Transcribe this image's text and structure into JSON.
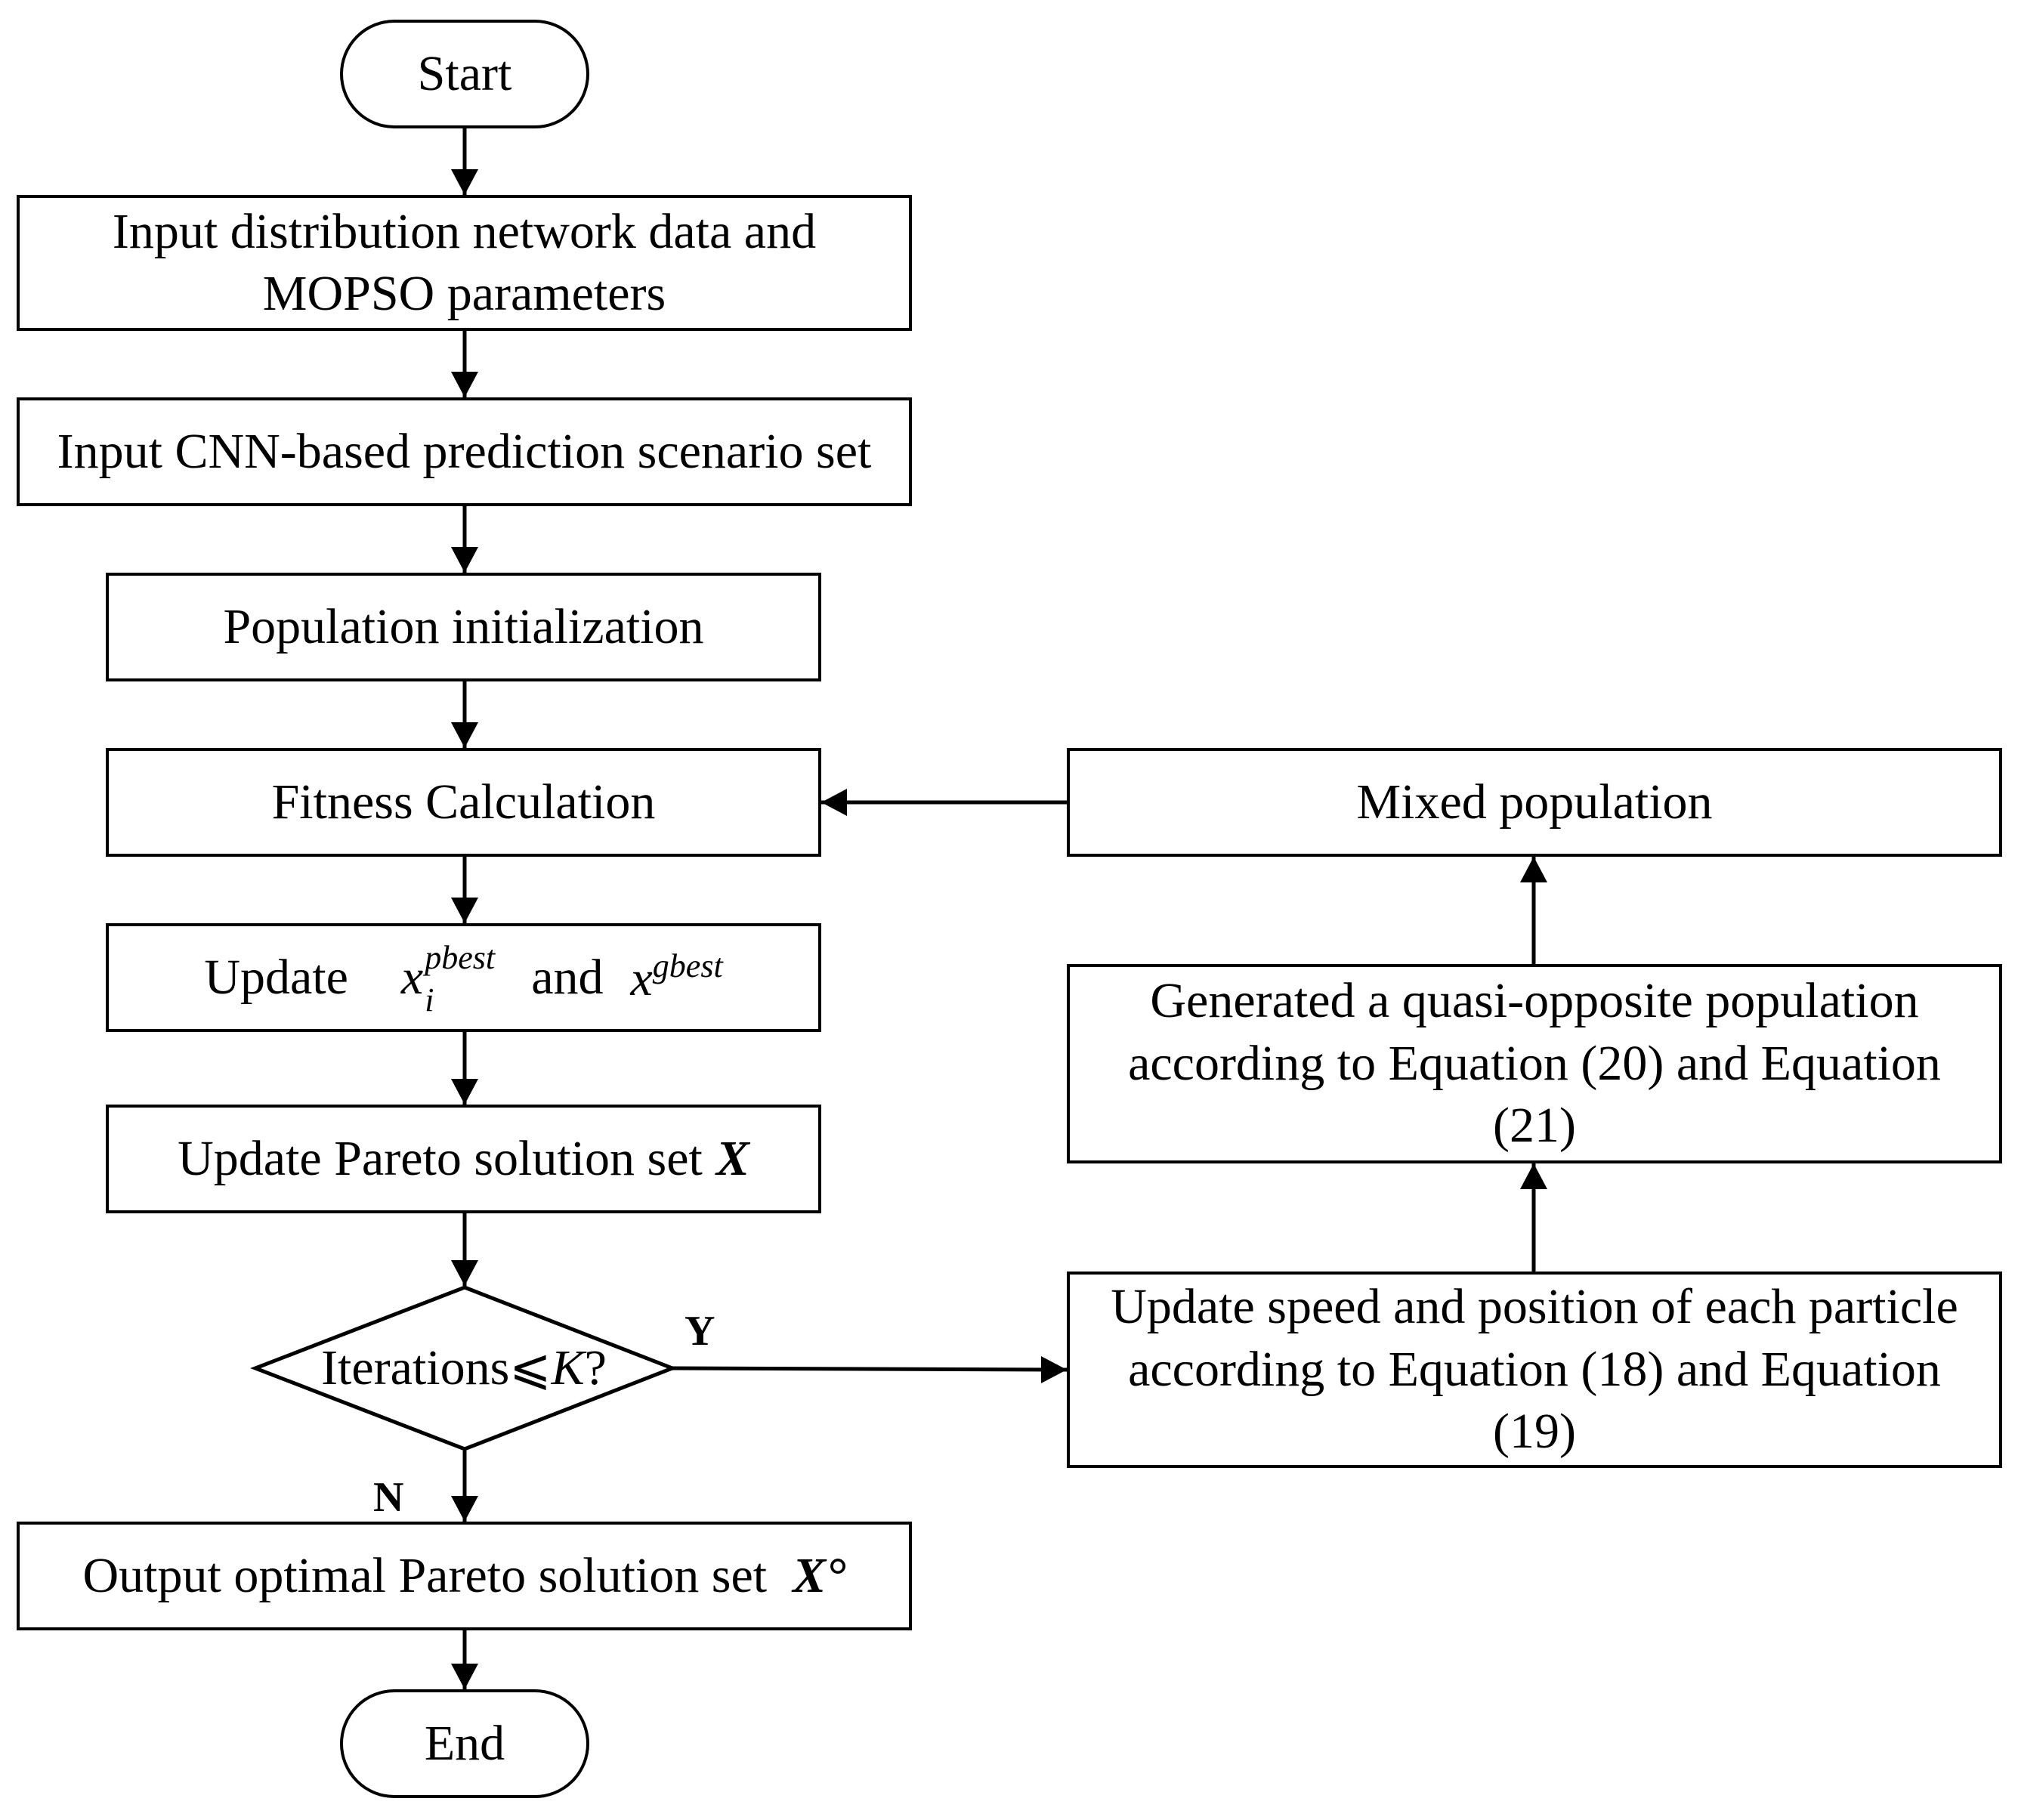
{
  "nodes": {
    "start": "Start",
    "input_data_line1": "Input distribution network data and",
    "input_data_line2": "MOPSO parameters",
    "input_cnn": "Input CNN-based prediction scenario set",
    "pop_init": "Population initialization",
    "fitness": "Fitness Calculation",
    "update_best": {
      "prefix": "Update",
      "var_pbest_base": "x",
      "var_pbest_sub": "i",
      "var_pbest_sup": "pbest",
      "conj": "and",
      "var_gbest_base": "x",
      "var_gbest_sup": "gbest"
    },
    "update_pareto": {
      "text": "Update Pareto solution set",
      "var": "X"
    },
    "decision": {
      "text": "Iterations⩽",
      "var": "K",
      "q": "?"
    },
    "output": {
      "text": "Output optimal Pareto solution set",
      "var": "X°"
    },
    "end": "End",
    "mixed_pop": "Mixed population",
    "quasi_line1": "Generated a quasi-opposite population",
    "quasi_line2": "according to Equation (20) and Equation",
    "quasi_line3": "(21)",
    "update_speed_line1": "Update speed and position of each particle",
    "update_speed_line2": "according to Equation (18) and Equation",
    "update_speed_line3": "(19)"
  },
  "edge_labels": {
    "yes": "Y",
    "no": "N"
  }
}
